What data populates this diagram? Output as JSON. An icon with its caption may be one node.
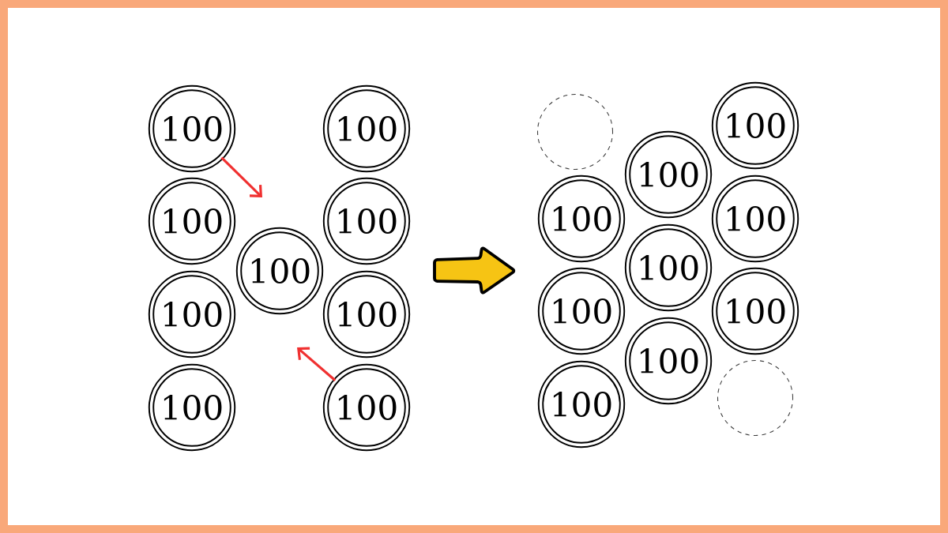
{
  "diagram": {
    "nodes": [
      {
        "text": [
          "100"
        ]
      },
      {
        "text": [
          "100"
        ]
      },
      {
        "text": [
          "100"
        ]
      },
      {
        "text": [
          "100"
        ]
      },
      {
        "text": [
          "100"
        ]
      },
      {
        "text": [
          "100"
        ]
      },
      {
        "text": [
          "100"
        ]
      },
      {
        "text": [
          "100"
        ]
      },
      {
        "text": [
          "100"
        ]
      },
      {
        "text": [],
        "shape": "circle"
      },
      {
        "text": [
          "100"
        ]
      },
      {
        "text": [
          "100"
        ]
      },
      {
        "text": [
          "100"
        ]
      },
      {
        "text": [
          "100"
        ]
      },
      {
        "text": [
          "100"
        ]
      },
      {
        "text": [
          "100"
        ]
      },
      {
        "text": [
          "100"
        ]
      },
      {
        "text": [
          "100"
        ]
      },
      {
        "text": [],
        "shape": "circle"
      },
      {
        "text": [
          "100"
        ]
      }
    ],
    "edges": [
      {
        "from": 0,
        "to": null,
        "arrow": "to"
      },
      {
        "from": 8,
        "to": null,
        "arrow": "to"
      }
    ]
  }
}
